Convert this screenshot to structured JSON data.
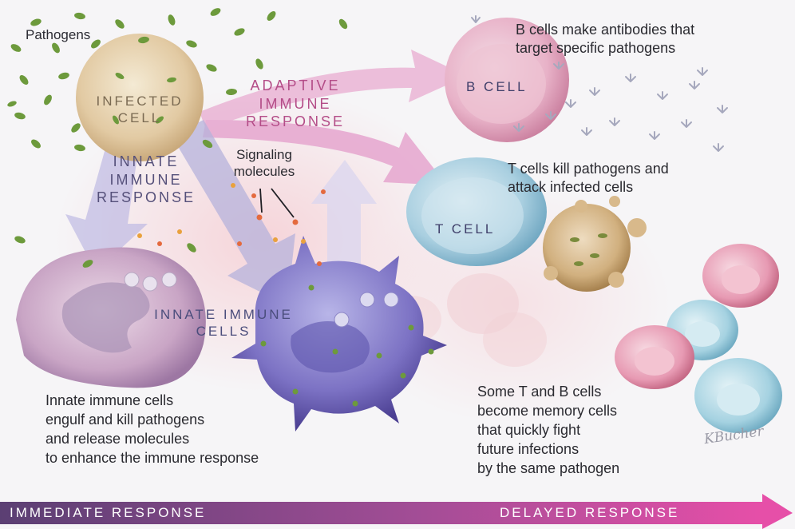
{
  "labels": {
    "pathogens": "Pathogens",
    "infected_cell": [
      "INFECTED",
      "CELL"
    ],
    "adaptive_response": [
      "ADAPTIVE",
      "IMMUNE",
      "RESPONSE"
    ],
    "innate_response": [
      "INNATE",
      "IMMUNE",
      "RESPONSE"
    ],
    "signaling_molecules": [
      "Signaling",
      "molecules"
    ],
    "b_cell": "B CELL",
    "t_cell": "T CELL",
    "innate_cells": [
      "INNATE IMMUNE",
      "CELLS"
    ]
  },
  "captions": {
    "b_cells": [
      "B cells make antibodies that",
      "target specific pathogens"
    ],
    "t_cells": [
      "T cells kill pathogens and",
      "attack infected cells"
    ],
    "innate": [
      "Innate immune cells",
      "engulf and kill pathogens",
      "and release molecules",
      "to enhance the immune response"
    ],
    "memory": [
      "Some T and B cells",
      "become memory cells",
      "that quickly fight",
      "future infections",
      "by the same pathogen"
    ]
  },
  "timeline": {
    "left": "IMMEDIATE RESPONSE",
    "right": "DELAYED RESPONSE"
  },
  "signature": "KBucher",
  "colors": {
    "timeline_start": "#5b3f73",
    "timeline_end": "#e64fa8",
    "adaptive_arrow": "#e6a6cf",
    "innate_arrow": "#b7b3dc",
    "pathogen": "#6d9a3c"
  }
}
